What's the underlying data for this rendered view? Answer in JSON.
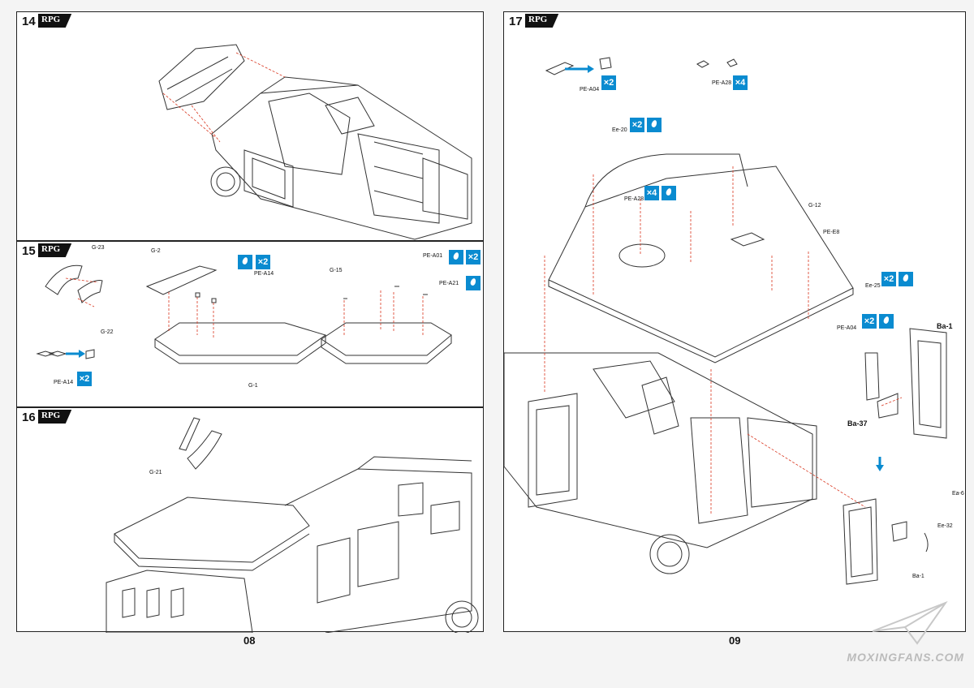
{
  "brand": "RPG",
  "pages": {
    "left": "08",
    "right": "09"
  },
  "watermark": "MOXINGFANS.COM",
  "steps": {
    "s14": {
      "num": "14"
    },
    "s15": {
      "num": "15",
      "labels": {
        "g23": "G-23",
        "g22": "G-22",
        "pea14a": "PE-A14",
        "g2": "G-2",
        "pea14b": "PE-A14",
        "g1": "G-1",
        "g15": "G-15",
        "pea01": "PE-A01",
        "pea21": "PE-A21"
      },
      "badges": {
        "b1": "×2",
        "b2": "×2",
        "b3": "×2"
      }
    },
    "s16": {
      "num": "16",
      "labels": {
        "g21": "G-21"
      }
    },
    "s17": {
      "num": "17",
      "labels": {
        "pea04a": "PE-A04",
        "pea28a": "PE-A28",
        "ee20": "Ee-20",
        "pea28b": "PE-A28",
        "g12": "G-12",
        "pee8": "PE-E8",
        "ee25": "Ee-25",
        "pea04b": "PE-A04",
        "ba1a": "Ba-1",
        "ba37": "Ba-37",
        "ea6": "Ea-6",
        "ee32": "Ee-32",
        "ba1b": "Ba-1"
      },
      "badges": {
        "b1": "×2",
        "b2": "×4",
        "b3": "×2",
        "b4": "×4",
        "b5": "×2",
        "b6": "×2"
      }
    }
  },
  "colors": {
    "accent": "#0a8bd0",
    "guide": "#d9361f"
  }
}
